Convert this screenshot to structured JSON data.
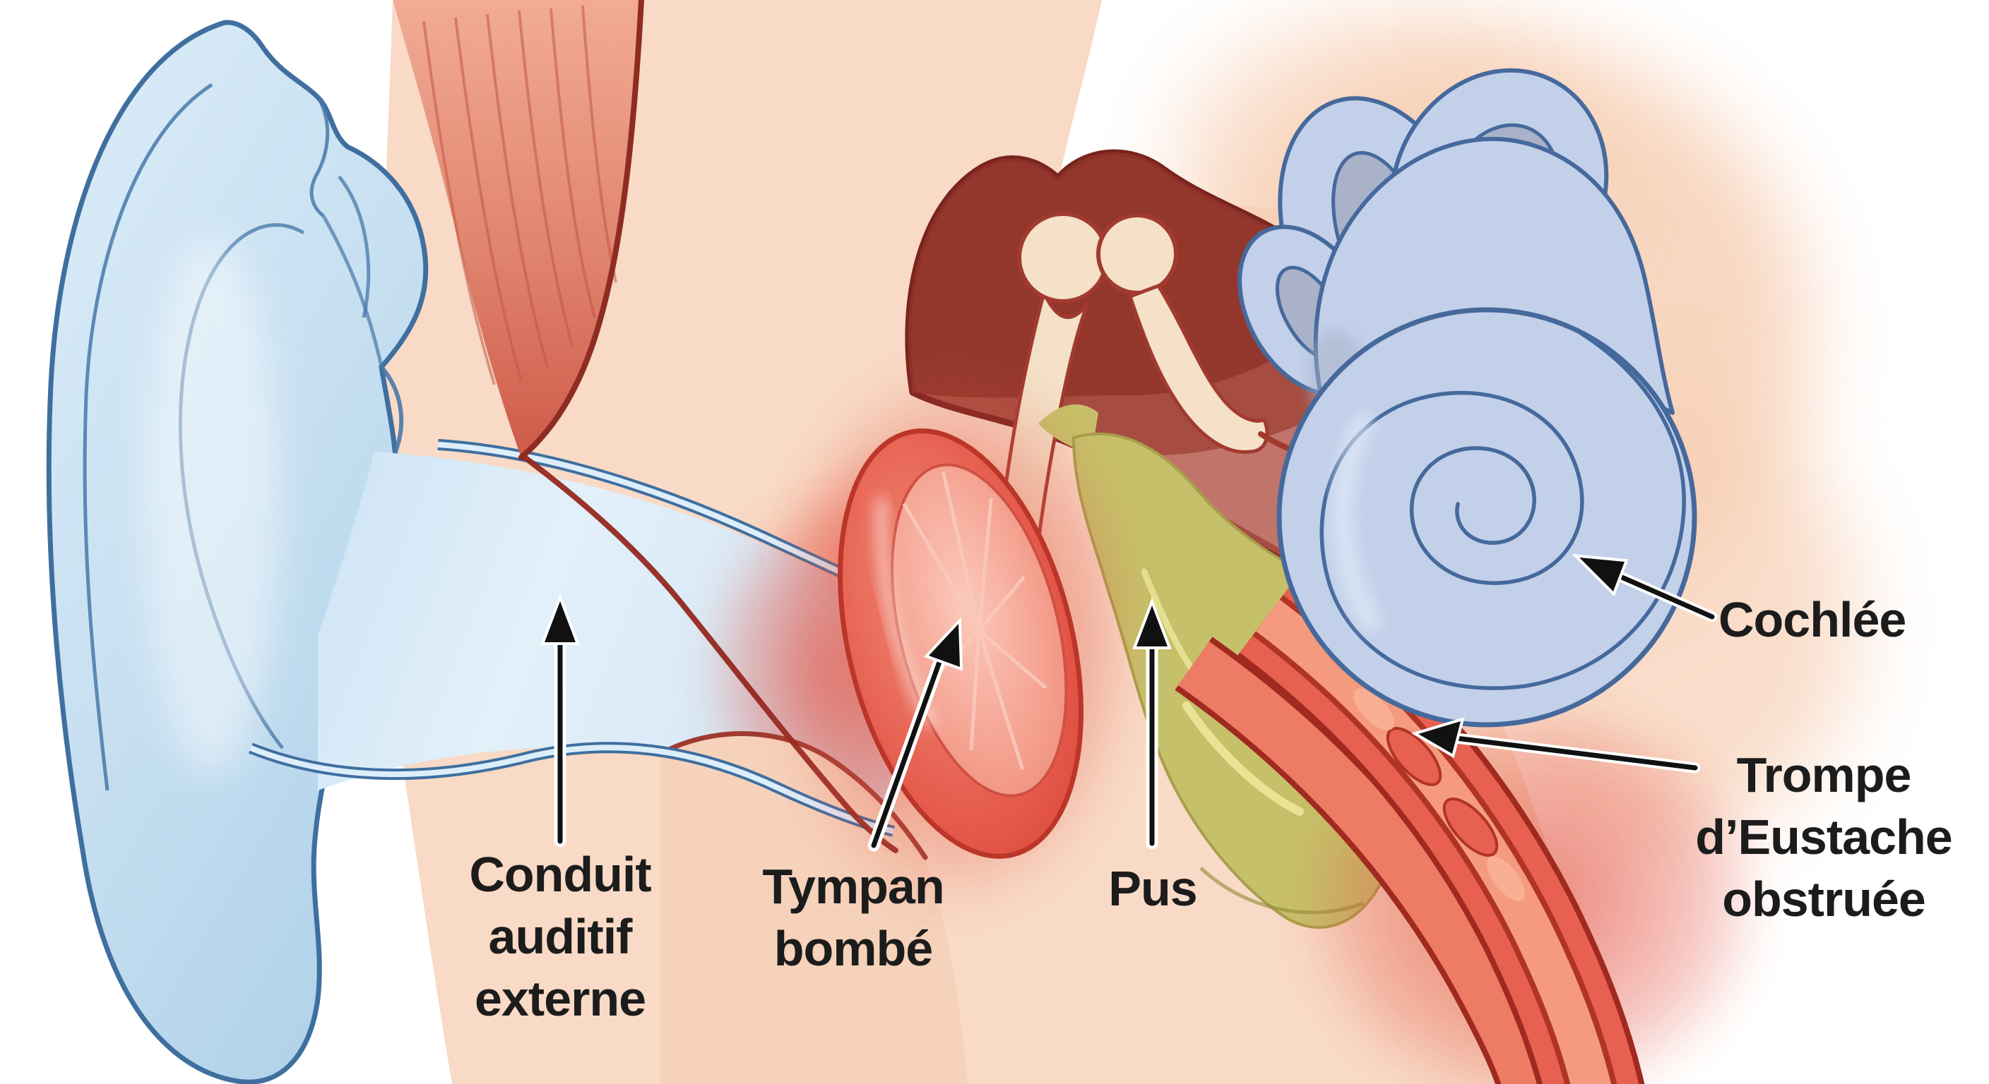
{
  "figure": {
    "subject": "ear-anatomy-otitis-media-illustration",
    "language": "French"
  },
  "labels": {
    "canal": {
      "lines": [
        "Conduit",
        "auditif",
        "externe"
      ]
    },
    "eardrum": {
      "lines": [
        "Tympan",
        "bombé"
      ]
    },
    "pus": {
      "lines": [
        "Pus"
      ]
    },
    "cochlea": {
      "lines": [
        "Cochlée"
      ]
    },
    "eustachian": {
      "lines": [
        "Trompe",
        "d’Eustache",
        "obstruée"
      ]
    }
  },
  "colors": {
    "background": "#ffffff",
    "skin": "#f8dac6",
    "skin_halo": "#f6cdb2",
    "outer_ear": "#cbe2f2",
    "outline_blue": "#3f6f9f",
    "canal_fill": "#d8e9f6",
    "muscle": "#dd7c67",
    "muscle_outline": "#8e2c22",
    "cavity": "#a64c41",
    "cavity_dark": "#8f342a",
    "cavity_rose": "#c0746a",
    "eardrum": "#e0554a",
    "eardrum_light": "#f0897b",
    "pus": "#c6c06a",
    "pus_highlight": "#ece79b",
    "bone": "#f4e1c8",
    "bone_outline": "#a23a2f",
    "inner_ear": "#c2d0ea",
    "inner_ear_outline": "#46699c",
    "inner_ear_shade": "#a9b2c8",
    "tube": "#e8604f",
    "tube_dark": "#a02a1f",
    "tube_lumen": "#f59a7e",
    "arrow": "#111111",
    "label_text": "#1c1c1c"
  }
}
